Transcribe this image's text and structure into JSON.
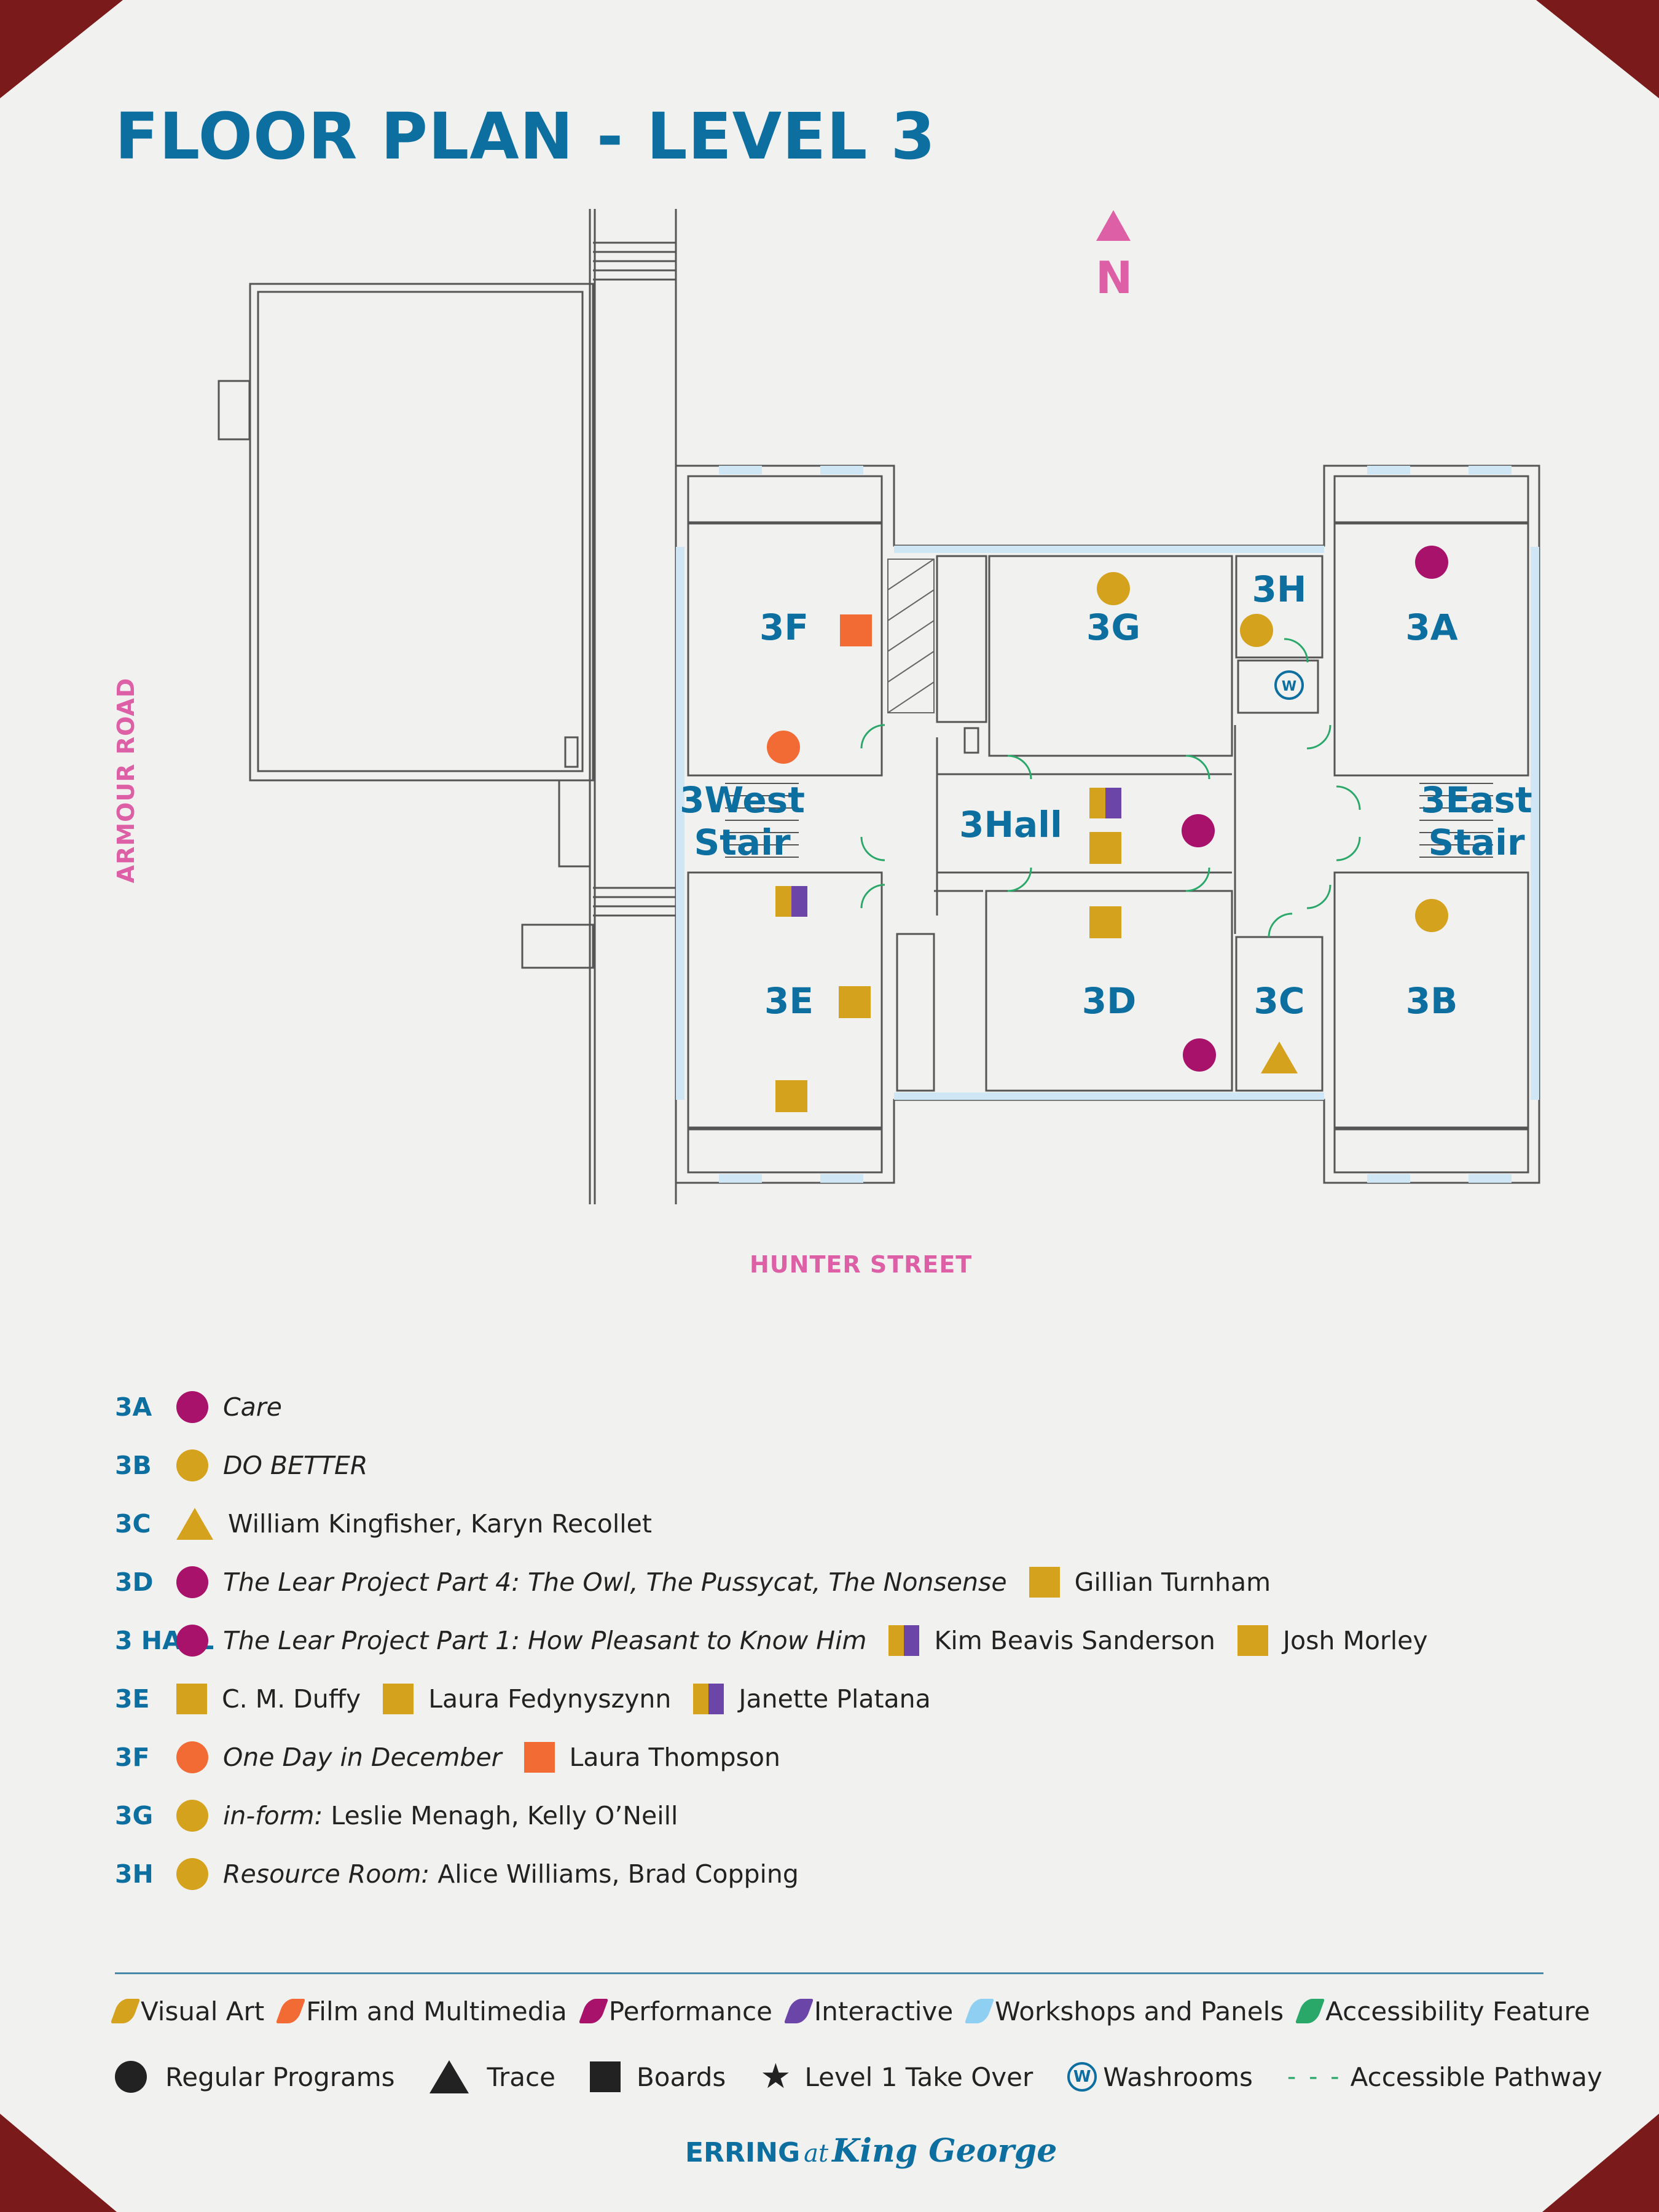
{
  "title": "FLOOR PLAN - LEVEL 3",
  "north_label": "N",
  "streets": {
    "west": "ARMOUR ROAD",
    "south": "HUNTER STREET"
  },
  "colors": {
    "visual_art": "#d5a21e",
    "film_multimedia": "#f26b34",
    "performance": "#a8126b",
    "interactive": "#6c45a8",
    "workshops_panels": "#8fd0f2",
    "accessibility": "#2aa86a",
    "label_blue": "#0d6fa0",
    "street_pink": "#dd5fa5"
  },
  "rooms": {
    "r3F": "3F",
    "r3G": "3G",
    "r3H": "3H",
    "r3A": "3A",
    "r3West": "3West",
    "r3WestB": "Stair",
    "r3Hall": "3Hall",
    "r3East": "3East",
    "r3EastB": "Stair",
    "r3E": "3E",
    "r3D": "3D",
    "r3C": "3C",
    "r3B": "3B"
  },
  "legend": [
    {
      "code": "3A",
      "entries": [
        {
          "symbol": "circle",
          "color": "performance",
          "text": "",
          "italic": "Care"
        }
      ]
    },
    {
      "code": "3B",
      "entries": [
        {
          "symbol": "circle",
          "color": "visual_art",
          "text": "",
          "italic": "DO BETTER"
        }
      ]
    },
    {
      "code": "3C",
      "entries": [
        {
          "symbol": "triangle",
          "color": "visual_art",
          "text": "William Kingfisher, Karyn Recollet",
          "italic": ""
        }
      ]
    },
    {
      "code": "3D",
      "entries": [
        {
          "symbol": "circle",
          "color": "performance",
          "text": "",
          "italic": "The Lear Project Part 4: The Owl, The Pussycat, The Nonsense"
        },
        {
          "symbol": "square",
          "color": "visual_art",
          "text": "Gillian Turnham",
          "italic": ""
        }
      ]
    },
    {
      "code": "3 HALL",
      "entries": [
        {
          "symbol": "circle",
          "color": "performance",
          "text": "",
          "italic": "The Lear Project Part 1: How Pleasant to Know Him"
        },
        {
          "symbol": "split",
          "color": "visual_art",
          "text": "Kim Beavis Sanderson",
          "italic": ""
        },
        {
          "symbol": "square",
          "color": "visual_art",
          "text": "Josh Morley",
          "italic": ""
        }
      ]
    },
    {
      "code": "3E",
      "entries": [
        {
          "symbol": "square",
          "color": "visual_art",
          "text": "C. M. Duffy",
          "italic": ""
        },
        {
          "symbol": "square",
          "color": "visual_art",
          "text": "Laura Fedynyszynn",
          "italic": ""
        },
        {
          "symbol": "split",
          "color": "visual_art",
          "text": "Janette Platana",
          "italic": ""
        }
      ]
    },
    {
      "code": "3F",
      "entries": [
        {
          "symbol": "circle",
          "color": "film_multimedia",
          "text": "",
          "italic": "One Day in December"
        },
        {
          "symbol": "square",
          "color": "film_multimedia",
          "text": "Laura Thompson",
          "italic": ""
        }
      ]
    },
    {
      "code": "3G",
      "entries": [
        {
          "symbol": "circle",
          "color": "visual_art",
          "italic": "in-form:",
          "text": " Leslie Menagh, Kelly O’Neill"
        }
      ]
    },
    {
      "code": "3H",
      "entries": [
        {
          "symbol": "circle",
          "color": "visual_art",
          "italic": "Resource Room:",
          "text": " Alice Williams, Brad Copping"
        }
      ]
    }
  ],
  "key_categories": [
    {
      "label": "Visual Art",
      "color": "visual_art"
    },
    {
      "label": "Film and Multimedia",
      "color": "film_multimedia"
    },
    {
      "label": "Performance",
      "color": "performance"
    },
    {
      "label": "Interactive",
      "color": "interactive"
    },
    {
      "label": "Workshops and Panels",
      "color": "workshops_panels"
    },
    {
      "label": "Accessibility Feature",
      "color": "accessibility"
    }
  ],
  "key_symbols": {
    "regular": "Regular Programs",
    "trace": "Trace",
    "boards": "Boards",
    "takeover": "Level 1 Take Over",
    "washroom_glyph": "W",
    "washrooms": "Washrooms",
    "pathway": "Accessible Pathway"
  },
  "footer": {
    "brand": "ERRING",
    "at": "at",
    "venue": "King George"
  }
}
